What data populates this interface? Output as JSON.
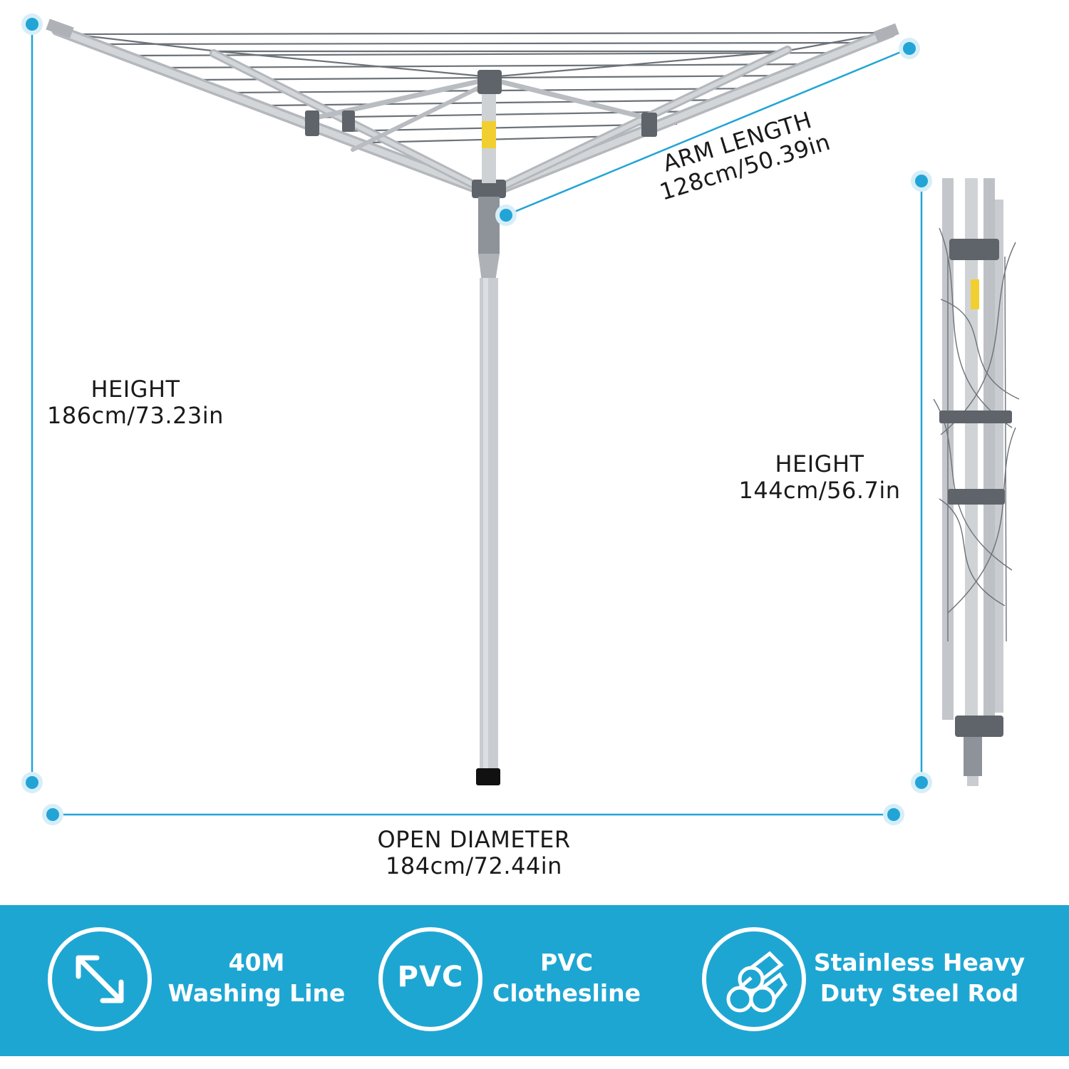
{
  "colors": {
    "accent": "#22a4d6",
    "banner": "#1ea6d3",
    "metal": "#c9ccd0",
    "metal_dark": "#8e9399",
    "line": "#6c7278",
    "bracket": "#5f646b",
    "text": "#1a1a1a"
  },
  "dimensions": {
    "height_open": {
      "title": "HEIGHT",
      "value": "186cm/73.23in"
    },
    "arm_length": {
      "title": "ARM LENGTH",
      "value": "128cm/50.39in"
    },
    "height_folded": {
      "title": "HEIGHT",
      "value": "144cm/56.7in"
    },
    "open_diameter": {
      "title": "OPEN DIAMETER",
      "value": "184cm/72.44in"
    }
  },
  "features": [
    {
      "icon": "diagonal-arrow-icon",
      "line1": "40M",
      "line2": "Washing Line"
    },
    {
      "icon": "pvc-icon",
      "icon_text": "PVC",
      "line1": "PVC",
      "line2": "Clothesline"
    },
    {
      "icon": "steel-rods-icon",
      "line1": "Stainless Heavy",
      "line2": "Duty Steel Rod"
    }
  ]
}
